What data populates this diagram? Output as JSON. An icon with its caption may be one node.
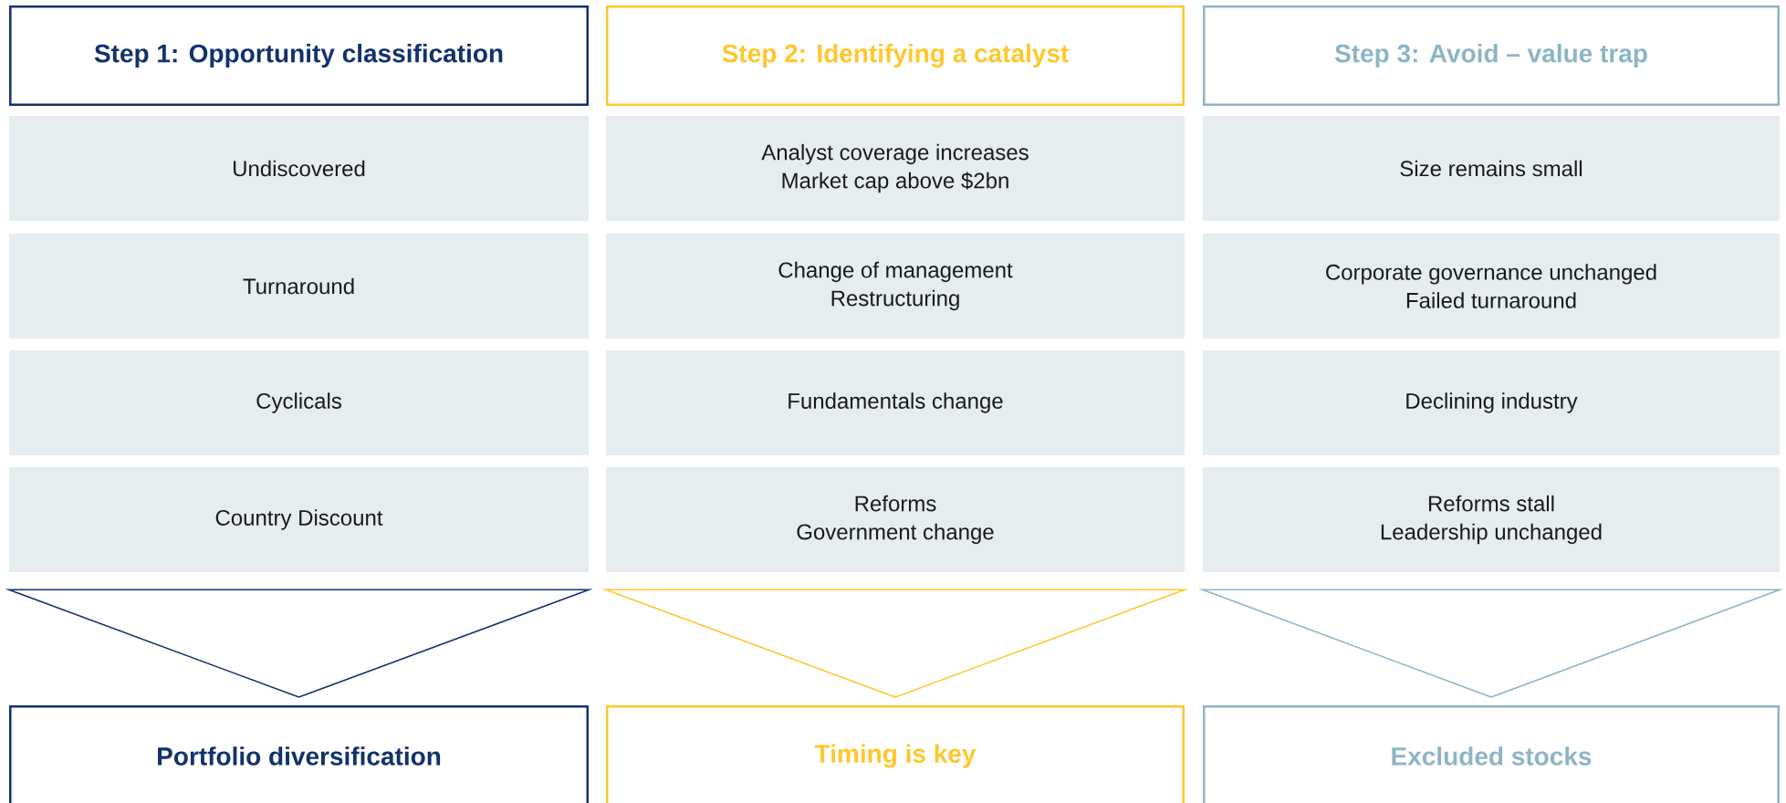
{
  "diagram": {
    "nodes": [
      {
        "text": [
          "Step 1: Opportunity classification"
        ]
      },
      {
        "text": [
          "Step 2: Identifying a catalyst"
        ]
      },
      {
        "text": [
          "Step 3: Avoid – value trap"
        ]
      },
      {
        "text": [
          "Undiscovered"
        ]
      },
      {
        "text": [
          "Analyst coverage increases",
          "Market cap above $2bn"
        ]
      },
      {
        "text": [
          "Size remains small"
        ]
      },
      {
        "text": [
          "Turnaround"
        ]
      },
      {
        "text": [
          "Change of management",
          "Restructuring"
        ]
      },
      {
        "text": [
          "Corporate governance unchanged",
          "Failed turnaround"
        ]
      },
      {
        "text": [
          "Cyclicals"
        ]
      },
      {
        "text": [
          "Fundamentals change"
        ]
      },
      {
        "text": [
          "Declining industry"
        ]
      },
      {
        "text": [
          "Country Discount"
        ]
      },
      {
        "text": [
          "Reforms",
          "Government change"
        ]
      },
      {
        "text": [
          "Reforms stall",
          "Leadership unchanged"
        ]
      },
      {
        "text": [
          "Portfolio diversification"
        ]
      },
      {
        "text": [
          "Timing is key"
        ]
      },
      {
        "text": [
          "Excluded stocks"
        ]
      }
    ],
    "edges": [
      {
        "from": 12,
        "to": 15,
        "arrow": "to"
      },
      {
        "from": 13,
        "to": 16,
        "arrow": "to"
      },
      {
        "from": 14,
        "to": 17,
        "arrow": "to"
      }
    ]
  }
}
